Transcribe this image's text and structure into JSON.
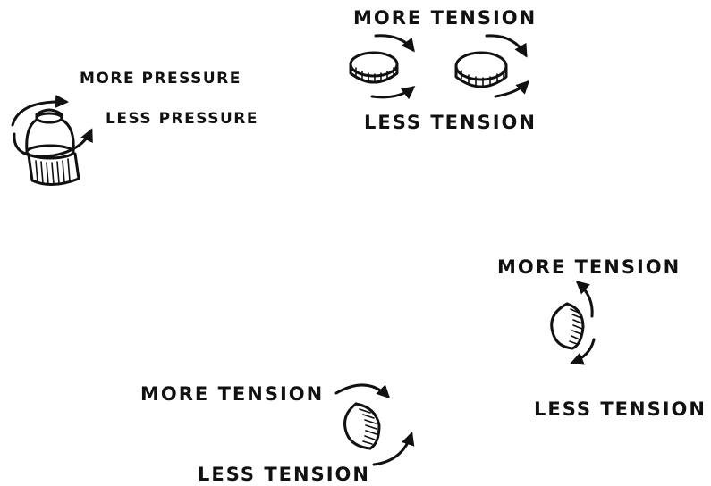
{
  "pressure_knob": {
    "more_label": "MORE PRESSURE",
    "less_label": "LESS PRESSURE"
  },
  "top_pair": {
    "more_label": "MORE TENSION",
    "less_label": "LESS TENSION"
  },
  "right_dial": {
    "more_label": "MORE TENSION",
    "less_label": "LESS TENSION"
  },
  "bottom_dial": {
    "more_label": "MORE TENSION",
    "less_label": "LESS TENSION"
  }
}
